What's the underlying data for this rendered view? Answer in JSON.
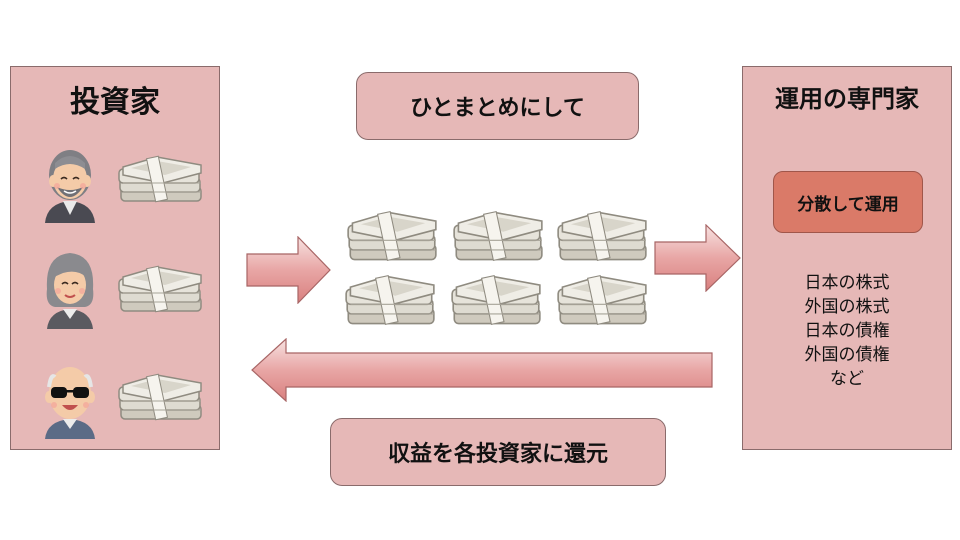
{
  "investor_panel": {
    "title": "投資家"
  },
  "top_box": {
    "label": "ひとまとめにして"
  },
  "bottom_box": {
    "label": "収益を各投資家に還元"
  },
  "expert_panel": {
    "title": "運用の専門家",
    "action_label": "分散して運用",
    "assets": [
      "日本の株式",
      "外国の株式",
      "日本の債権",
      "外国の債権",
      "など"
    ]
  },
  "investors": [
    "elderly-man",
    "elderly-woman",
    "bald-man-sunglasses"
  ],
  "icons": {
    "money_stack": "money-stack-icon",
    "arrow_right": "arrow-right-icon",
    "arrow_left": "arrow-left-icon"
  },
  "colors": {
    "panel_fill": "#e6b8b7",
    "panel_border": "#8a6b6b",
    "accent_box": "#da7a68",
    "arrow_fill": "#e6a3a2",
    "money": "#d9d6cc"
  }
}
